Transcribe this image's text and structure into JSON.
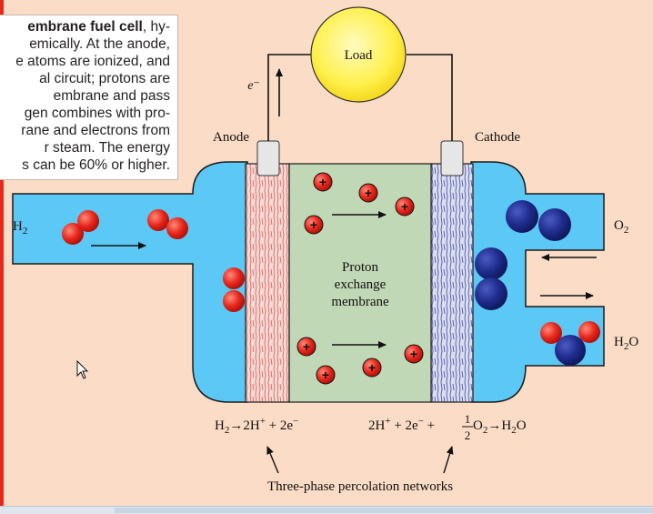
{
  "paragraph": {
    "line1_bold": "embrane fuel cell",
    "line1_rest": ", hy-",
    "line2": "emically. At the anode,",
    "line3": "e atoms are ionized, and",
    "line4": "al circuit; protons are",
    "line5": "embrane and pass",
    "line6": "gen combines with pro-",
    "line7": "rane and electrons from",
    "line8": "r steam. The energy",
    "line9": "s can be 60% or higher."
  },
  "labels": {
    "load": "Load",
    "electron": "e⁻",
    "anode": "Anode",
    "cathode": "Cathode",
    "h2_main": "H",
    "h2_sub": "2",
    "o2_main": "O",
    "o2_sub": "2",
    "h2o_main": "H",
    "h2o_sub": "2",
    "h2o_tail": "O",
    "membrane_line1": "Proton",
    "membrane_line2": "exchange",
    "membrane_line3": "membrane",
    "plus": "+",
    "percolation": "Three-phase percolation networks"
  },
  "equations": {
    "anode_h": "H",
    "anode_sub": "2",
    "anode_rest": "→2H",
    "anode_sup": "+",
    "anode_tail": " + 2e",
    "anode_minus": "−",
    "cathode_lead": "2H",
    "cathode_sup": "+",
    "cathode_mid": " + 2e",
    "cathode_minus": "−",
    "cathode_plus": " + ",
    "half_num": "1",
    "half_den": "2",
    "cathode_o": " O",
    "cathode_osub": "2",
    "cathode_arrow": "→H",
    "cathode_hsub": "2",
    "cathode_end": "O"
  },
  "colors": {
    "hydrogen": "#e8281d",
    "oxygen": "#1f2c8e",
    "gas_channel": "#5cc8f5",
    "membrane": "#c1d8b6",
    "load": "#fff04c"
  }
}
